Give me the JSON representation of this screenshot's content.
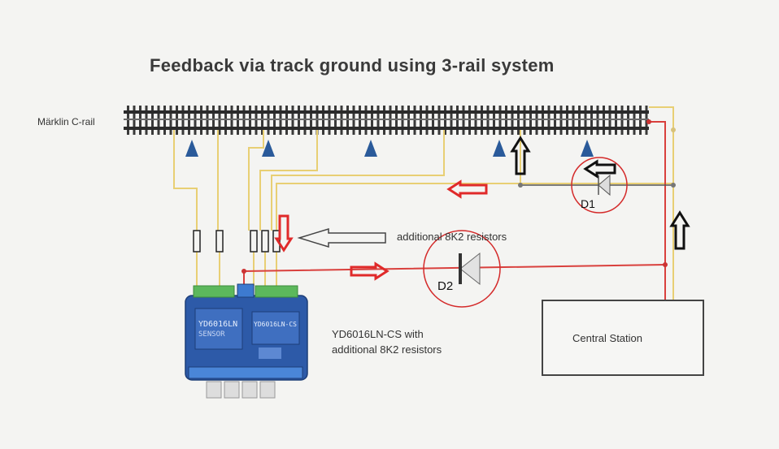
{
  "title": "Feedback via track ground using 3-rail system",
  "track_label": "Märklin C-rail",
  "resistor_note": "additional 8K2 resistors",
  "diodes": {
    "d1": "D1",
    "d2": "D2"
  },
  "module": {
    "caption_line1": "YD6016LN-CS with",
    "caption_line2": "additional 8K2 resistors",
    "board_text_1": "YD6016LN",
    "board_text_2": "SENSOR",
    "board_text_3": "YD6016LN-CS"
  },
  "central_station": "Central Station",
  "colors": {
    "wire_yellow": "#e8cf74",
    "wire_red": "#d9403d",
    "arrow_red": "#e02a2a",
    "module_blue": "#2d5aa8",
    "connector_green": "#5cb85c"
  }
}
